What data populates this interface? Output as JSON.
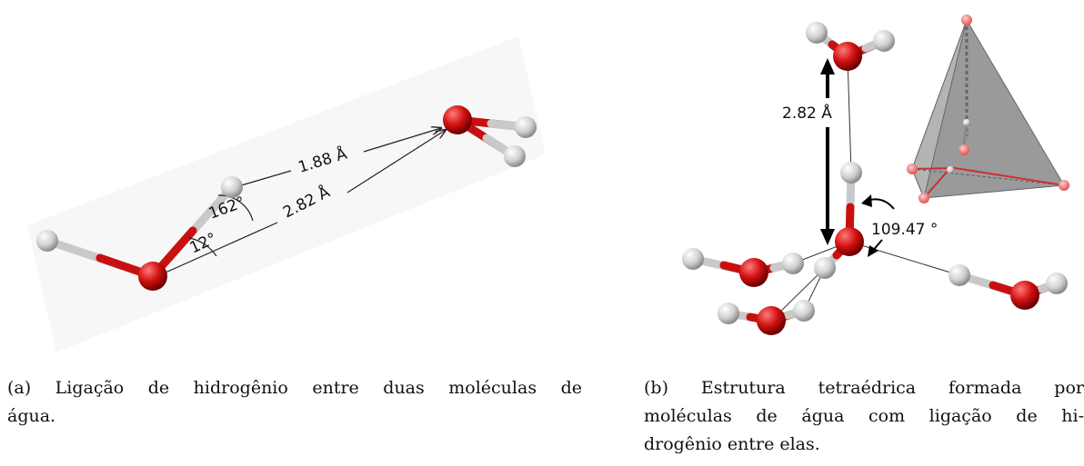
{
  "panel_a": {
    "hbond_distance": "1.88 Å",
    "oo_distance": "2.82 Å",
    "angle_large": "162°",
    "angle_small": "12°"
  },
  "panel_b": {
    "oo_distance": "2.82 Å",
    "tetrahedral_angle": "109.47 °"
  },
  "captions": {
    "a": [
      "(a) Ligação de hidrogênio entre duas moléculas de",
      "água."
    ],
    "b": [
      "(b) Estrutura tetraédrica formada por",
      "moléculas de água com ligação de hi-",
      "drogênio entre elas."
    ]
  },
  "colors": {
    "oxygen": "#d01010",
    "hydrogen": "#d8d8d8",
    "tetrahedron": "#8a8a8a"
  }
}
